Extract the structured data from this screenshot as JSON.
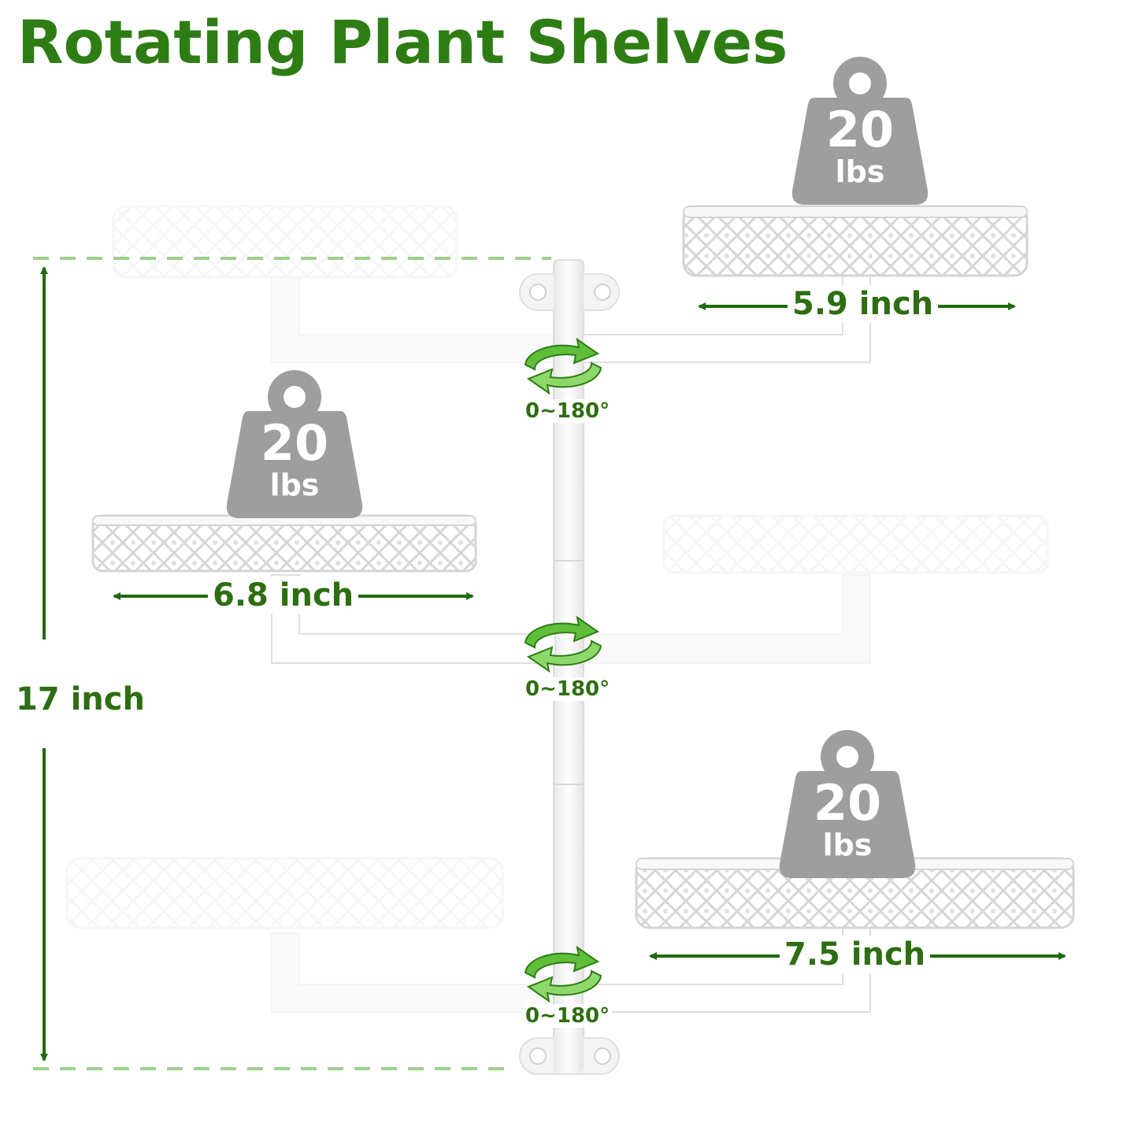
{
  "title": "Rotating Plant Shelves",
  "dimensions": {
    "height": "17 inch",
    "top_shelf_width": "5.9 inch",
    "middle_shelf_width": "6.8 inch",
    "bottom_shelf_width": "7.5 inch"
  },
  "rotation": {
    "top": "0~180°",
    "middle": "0~180°",
    "bottom": "0~180°"
  },
  "weights": {
    "top": {
      "value": "20",
      "unit": "lbs"
    },
    "middle": {
      "value": "20",
      "unit": "lbs"
    },
    "bottom": {
      "value": "20",
      "unit": "lbs"
    }
  },
  "colors": {
    "accent_green": "#2e7d14",
    "arrow_green": "#1e6b10",
    "weight_gray": "#9e9e9e"
  },
  "icons": [
    "weight-icon",
    "rotate-arrows-icon",
    "double-arrow-icon"
  ]
}
